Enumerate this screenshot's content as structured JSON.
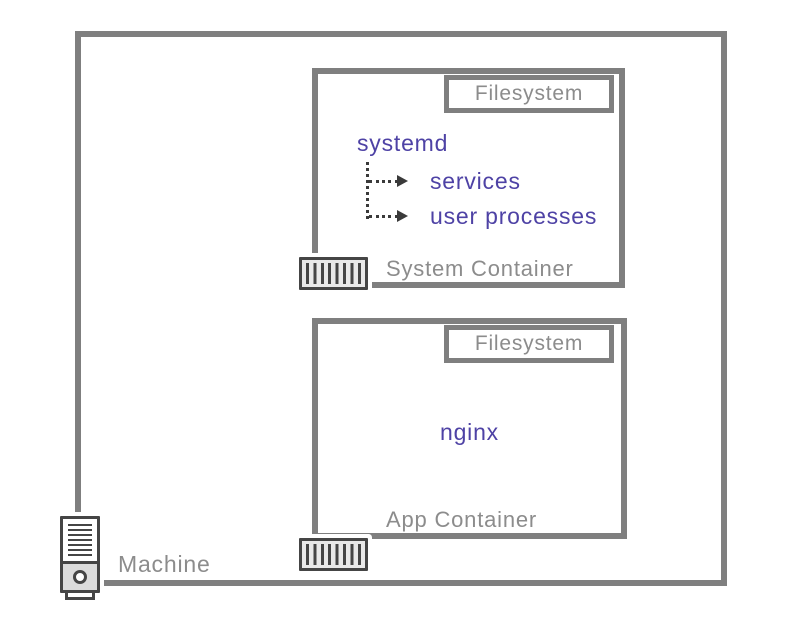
{
  "machine": {
    "label": "Machine"
  },
  "system_container": {
    "label": "System Container",
    "filesystem_label": "Filesystem",
    "init_process": "systemd",
    "children": [
      "services",
      "user processes"
    ]
  },
  "app_container": {
    "label": "App Container",
    "filesystem_label": "Filesystem",
    "process": "nginx"
  },
  "icons": {
    "system_container_icon": "shipping-container",
    "app_container_icon": "shipping-container",
    "machine_icon": "server-tower"
  },
  "colors": {
    "border_gray": "#7f7f7f",
    "text_gray": "#8c8c8c",
    "process_purple": "#4e42a5",
    "icon_dark": "#454545",
    "connector_dark": "#3a3a3a"
  }
}
